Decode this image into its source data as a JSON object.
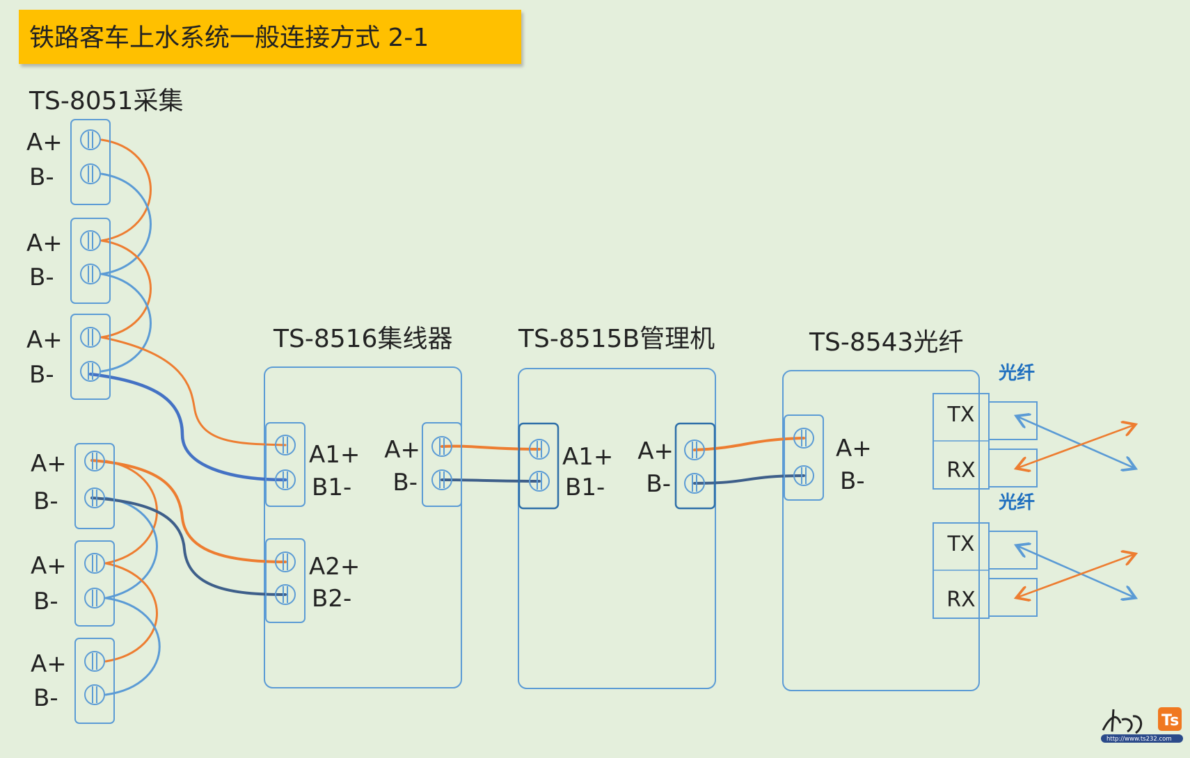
{
  "title": "铁路客车上水系统一般连接方式 2-1",
  "colors": {
    "background": "#e4efdc",
    "title_bg": "#ffc000",
    "box_stroke": "#5b9bd5",
    "wire_orange": "#ed7d31",
    "wire_blue_light": "#5b9bd5",
    "wire_blue_dark": "#3e5f8a",
    "fiber_label": "#1f6fbf",
    "watermark_orange": "#f07820"
  },
  "collector": {
    "name": "TS-8051采集",
    "terminals": [
      {
        "a": "A+",
        "b": "B-"
      },
      {
        "a": "A+",
        "b": "B-"
      },
      {
        "a": "A+",
        "b": "B-"
      },
      {
        "a": "A+",
        "b": "B-"
      },
      {
        "a": "A+",
        "b": "B-"
      },
      {
        "a": "A+",
        "b": "B-"
      }
    ]
  },
  "hub": {
    "name": "TS-8516集线器",
    "port1": {
      "a": "A1+",
      "b": "B1-"
    },
    "port2": {
      "a": "A2+",
      "b": "B2-"
    },
    "out": {
      "a": "A+",
      "b": "B-"
    }
  },
  "manager": {
    "name": "TS-8515B管理机",
    "in": {
      "a": "A1+",
      "b": "B1-"
    },
    "out": {
      "a": "A+",
      "b": "B-"
    }
  },
  "fiber": {
    "name": "TS-8543光纤",
    "in": {
      "a": "A+",
      "b": "B-"
    },
    "channels": [
      {
        "label": "光纤",
        "tx": "TX",
        "rx": "RX"
      },
      {
        "label": "光纤",
        "tx": "TX",
        "rx": "RX"
      }
    ]
  },
  "watermark": {
    "logo": "Ts",
    "url": "http://www.ts232.com"
  }
}
